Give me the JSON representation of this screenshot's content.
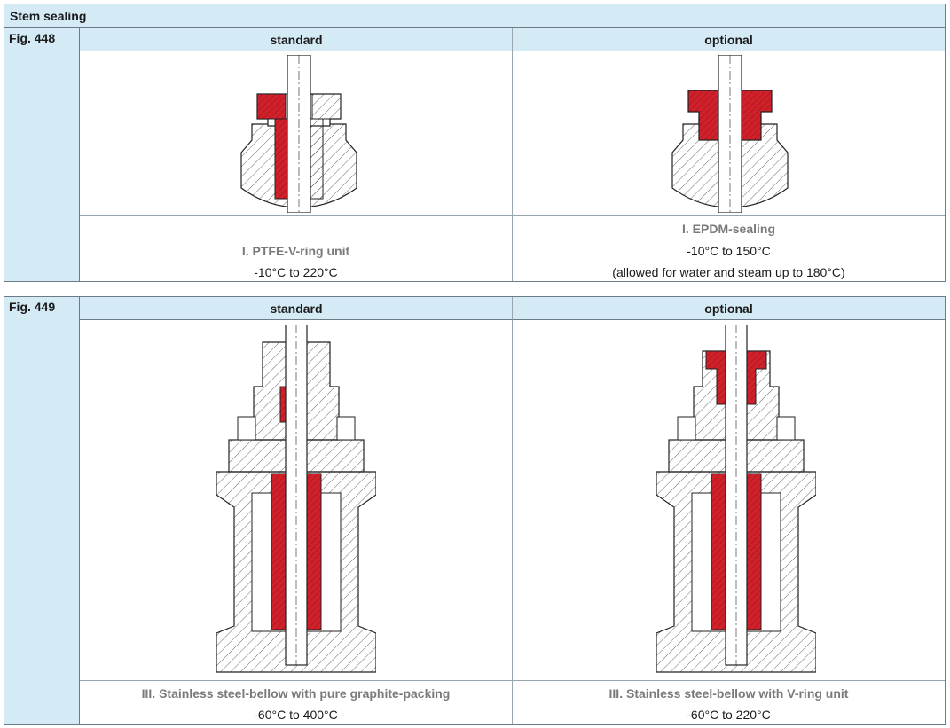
{
  "section_title": "Stem sealing",
  "blocks": [
    {
      "fig_label": "Fig. 448",
      "col_standard": "standard",
      "col_optional": "optional",
      "standard": {
        "name": "I. PTFE-V-ring unit",
        "range": "-10°C to 220°C"
      },
      "optional": {
        "name": "I. EPDM-sealing",
        "range": "-10°C to 150°C",
        "note": "(allowed for water and steam up to 180°C)"
      }
    },
    {
      "fig_label": "Fig. 449",
      "col_standard": "standard",
      "col_optional": "optional",
      "standard": {
        "name": "III. Stainless steel-bellow with pure graphite-packing",
        "range": "-60°C to 400°C"
      },
      "optional": {
        "name": "III. Stainless steel-bellow with V-ring unit",
        "range": "-60°C to 220°C"
      }
    }
  ],
  "colors": {
    "header_bg": "#d4ebf6",
    "seal_red": "#d0202a",
    "border": "#6b7b88"
  },
  "icons": [
    "valve-bonnet-drawing",
    "bellow-bonnet-drawing"
  ]
}
